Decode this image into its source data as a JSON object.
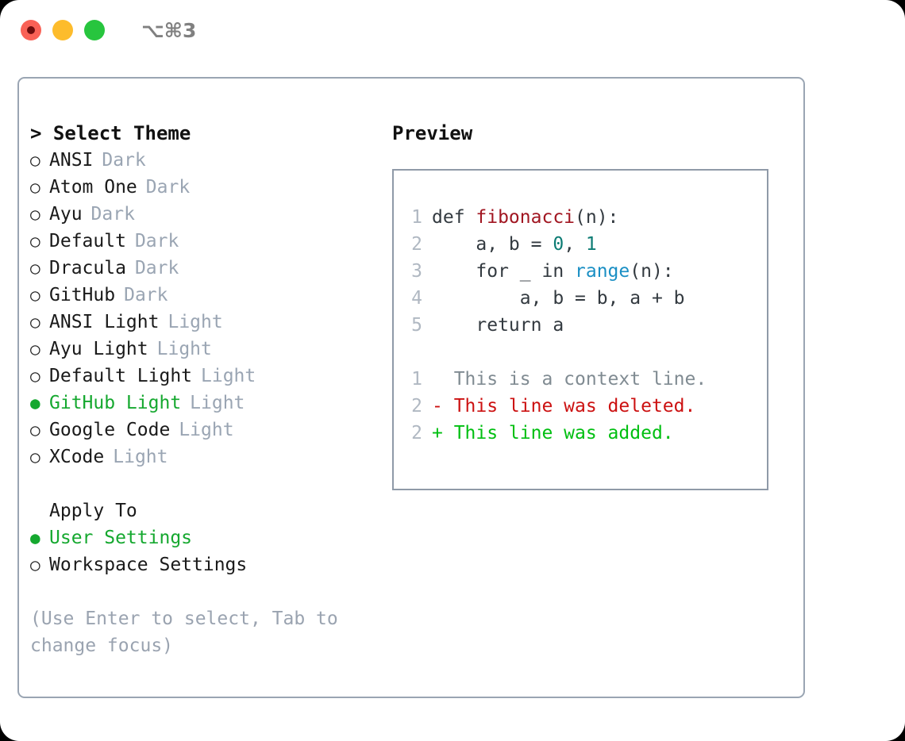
{
  "window": {
    "shortcut": "⌥⌘3",
    "traffic_lights": [
      {
        "name": "close-button",
        "color": "#f96156"
      },
      {
        "name": "minimize-button",
        "color": "#fdbc2c"
      },
      {
        "name": "maximize-button",
        "color": "#27c53e"
      }
    ]
  },
  "theme_list": {
    "header": "> Select Theme",
    "marker_unselected": "○",
    "marker_selected": "●",
    "items": [
      {
        "label": "ANSI",
        "category": "Dark",
        "selected": false
      },
      {
        "label": "Atom One",
        "category": "Dark",
        "selected": false
      },
      {
        "label": "Ayu",
        "category": "Dark",
        "selected": false
      },
      {
        "label": "Default",
        "category": "Dark",
        "selected": false
      },
      {
        "label": "Dracula",
        "category": "Dark",
        "selected": false
      },
      {
        "label": "GitHub",
        "category": "Dark",
        "selected": false
      },
      {
        "label": "ANSI Light",
        "category": "Light",
        "selected": false
      },
      {
        "label": "Ayu Light",
        "category": "Light",
        "selected": false
      },
      {
        "label": "Default Light",
        "category": "Light",
        "selected": false
      },
      {
        "label": "GitHub Light",
        "category": "Light",
        "selected": true
      },
      {
        "label": "Google Code",
        "category": "Light",
        "selected": false
      },
      {
        "label": "XCode",
        "category": "Light",
        "selected": false
      }
    ]
  },
  "apply_to": {
    "header": "Apply To",
    "items": [
      {
        "label": "User Settings",
        "selected": true
      },
      {
        "label": "Workspace Settings",
        "selected": false
      }
    ]
  },
  "hint": "(Use Enter to select, Tab to change focus)",
  "preview": {
    "title": "Preview",
    "code_lines": [
      {
        "no": "1",
        "tokens": [
          {
            "t": "def ",
            "k": "kw"
          },
          {
            "t": "fibonacci",
            "k": "fn"
          },
          {
            "t": "(n):",
            "k": "pun"
          }
        ]
      },
      {
        "no": "2",
        "tokens": [
          {
            "t": "    a, b = ",
            "k": "kw"
          },
          {
            "t": "0",
            "k": "num"
          },
          {
            "t": ", ",
            "k": "pun"
          },
          {
            "t": "1",
            "k": "num"
          }
        ]
      },
      {
        "no": "3",
        "tokens": [
          {
            "t": "    for _ in ",
            "k": "kw"
          },
          {
            "t": "range",
            "k": "call"
          },
          {
            "t": "(n):",
            "k": "pun"
          }
        ]
      },
      {
        "no": "4",
        "tokens": [
          {
            "t": "        a, b = b, a + b",
            "k": "kw"
          }
        ]
      },
      {
        "no": "5",
        "tokens": [
          {
            "t": "    return a",
            "k": "kw"
          }
        ]
      }
    ],
    "diff_lines": [
      {
        "no": "1",
        "prefix": "  ",
        "text": "This is a context line.",
        "kind": "ctx"
      },
      {
        "no": "2",
        "prefix": "- ",
        "text": "This line was deleted.",
        "kind": "del"
      },
      {
        "no": "2",
        "prefix": "+ ",
        "text": "This line was added.",
        "kind": "add"
      }
    ]
  },
  "colors": {
    "accent_green": "#15a82f",
    "muted": "#9aa5b3",
    "panel_border": "#9aa5b3",
    "preview_border": "#8f9aa8",
    "diff_add": "#00bf11",
    "diff_del": "#cc1111",
    "fn": "#a11621",
    "num": "#0d7c74",
    "call": "#1a8fc4"
  }
}
